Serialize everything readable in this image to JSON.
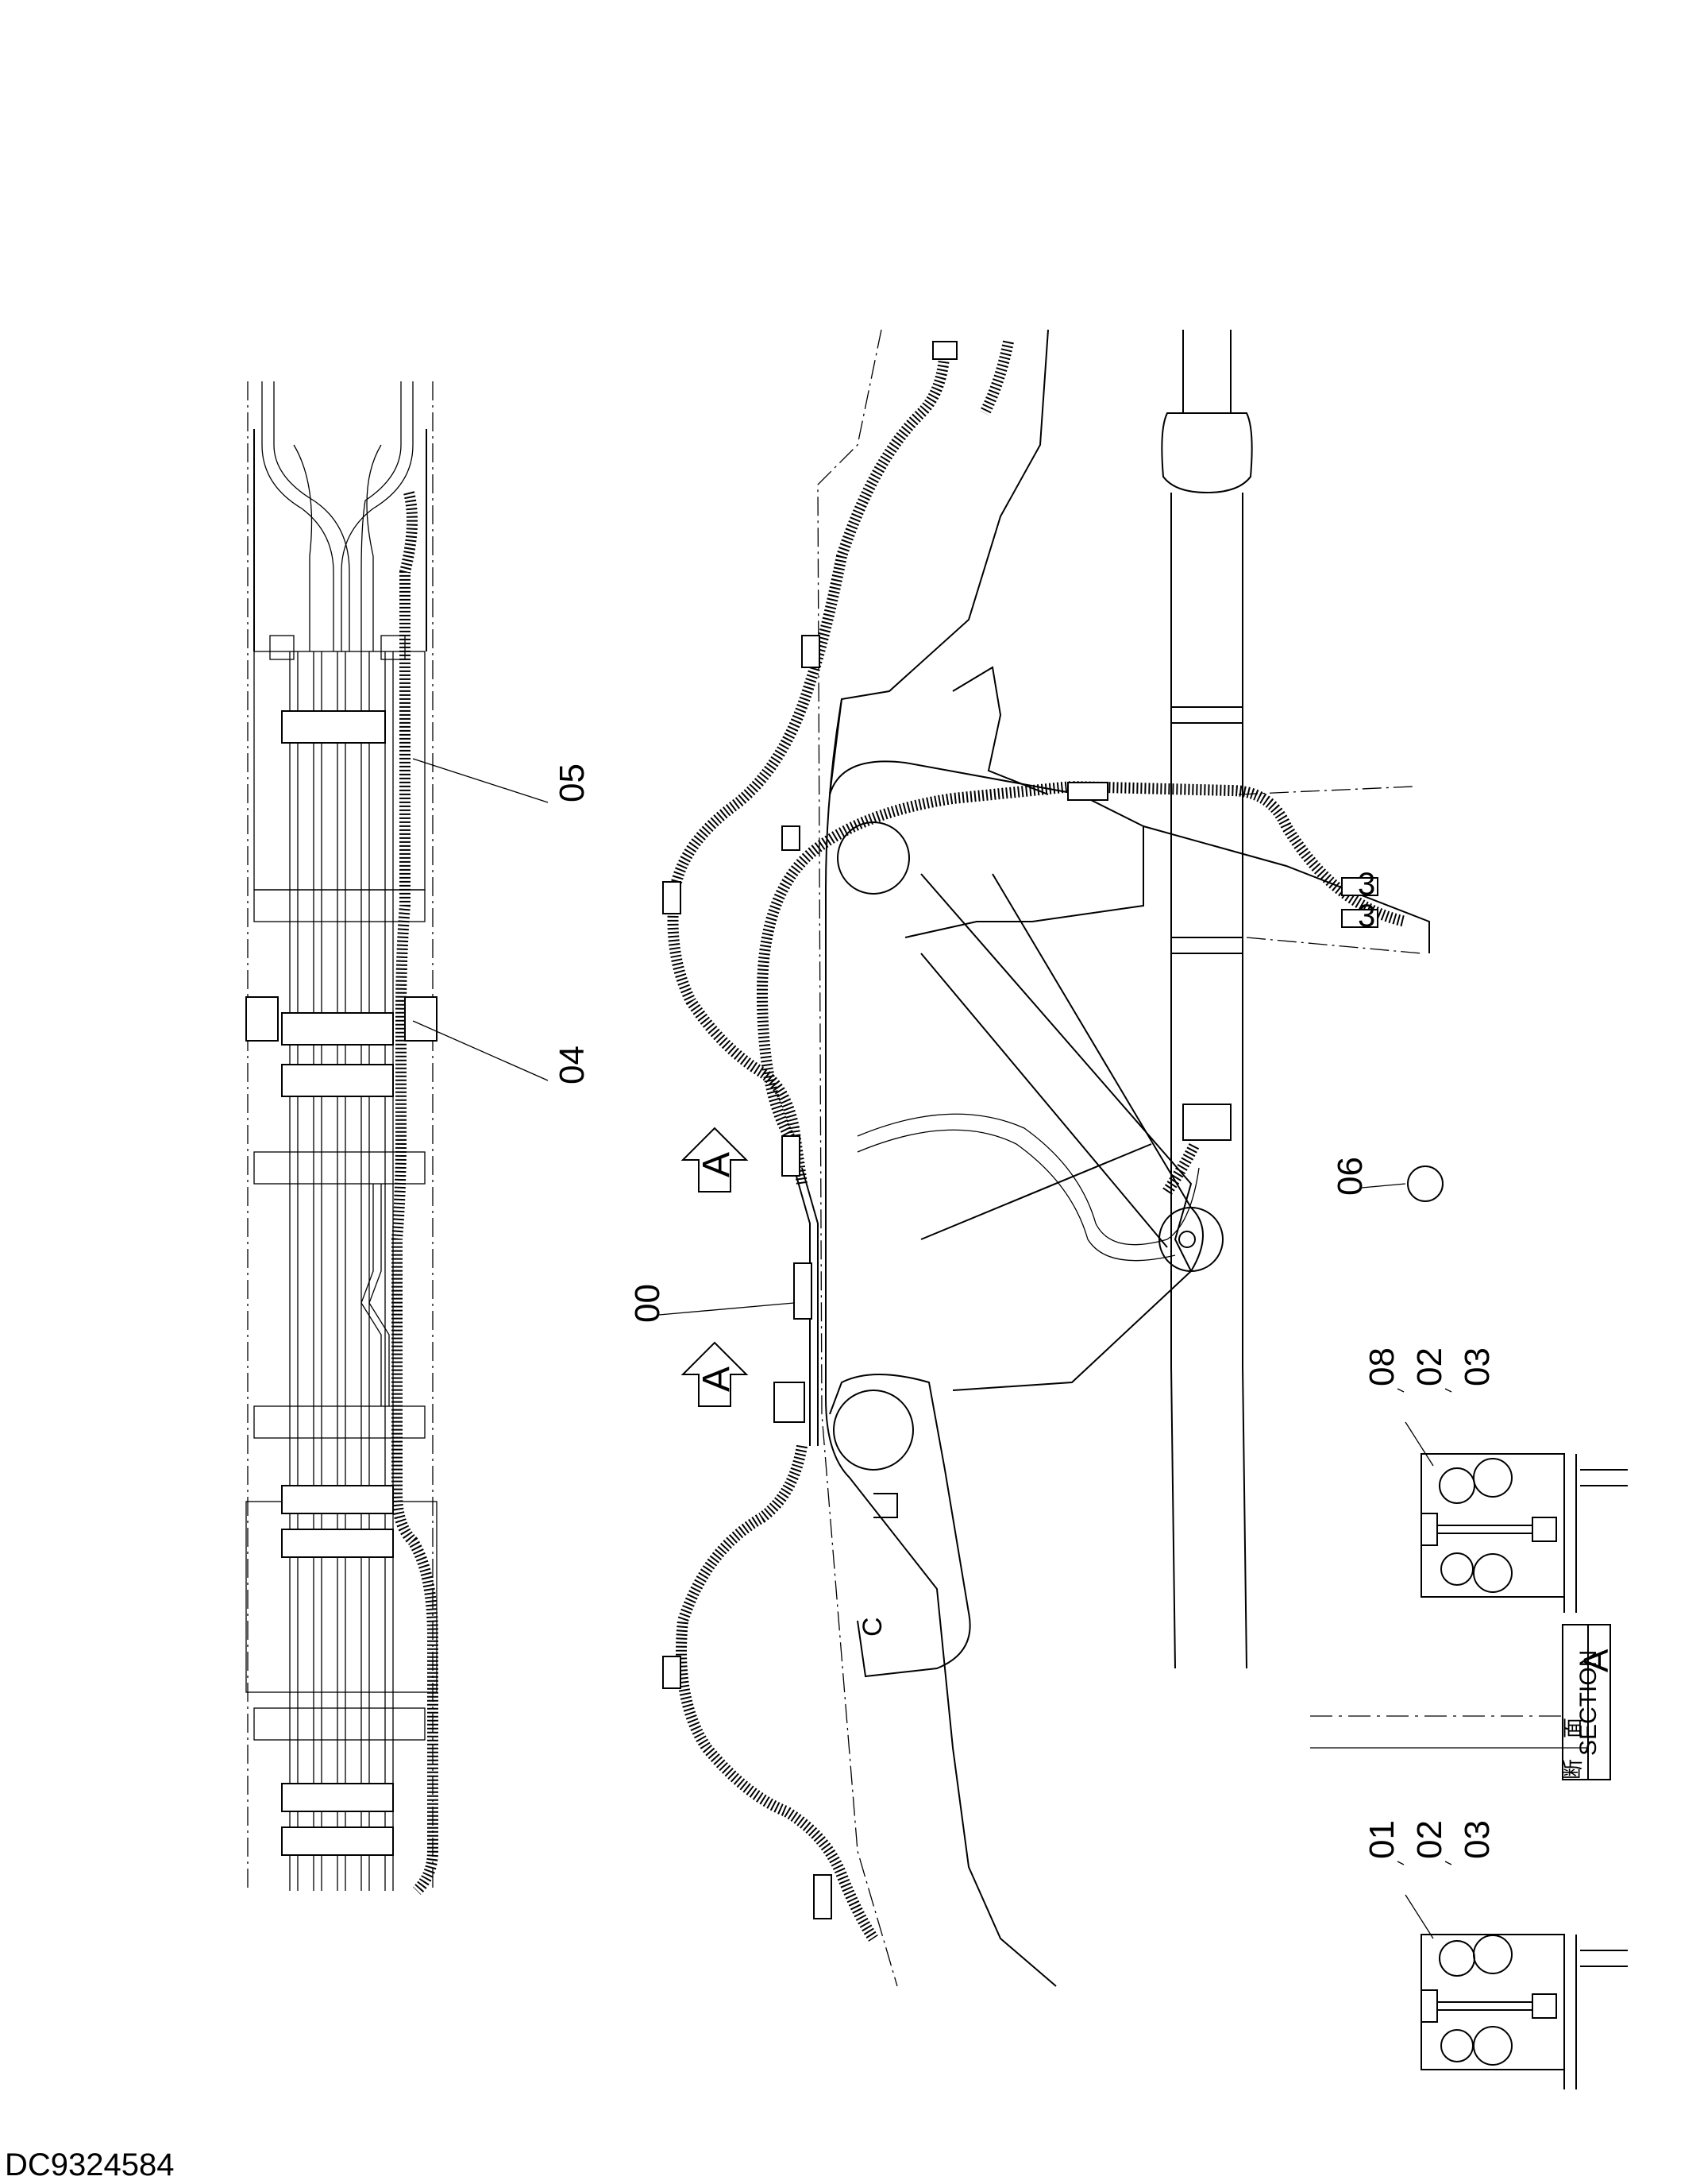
{
  "drawing_number": "DC9324584",
  "callouts": {
    "c05": "05",
    "c04": "04",
    "c00": "00",
    "c06": "06",
    "sec_a_top": {
      "c1": "08",
      "c2": "02",
      "c3": "03"
    },
    "sec_a_bot": {
      "c1": "01",
      "c2": "02",
      "c3": "03"
    }
  },
  "section_marks": {
    "upper": "A",
    "lower": "A"
  },
  "section_box": {
    "kanji": "断　面",
    "label": "SECTION",
    "letter": "A"
  },
  "small_marks": {
    "m1": "3",
    "m2": "3",
    "m3": "C"
  }
}
